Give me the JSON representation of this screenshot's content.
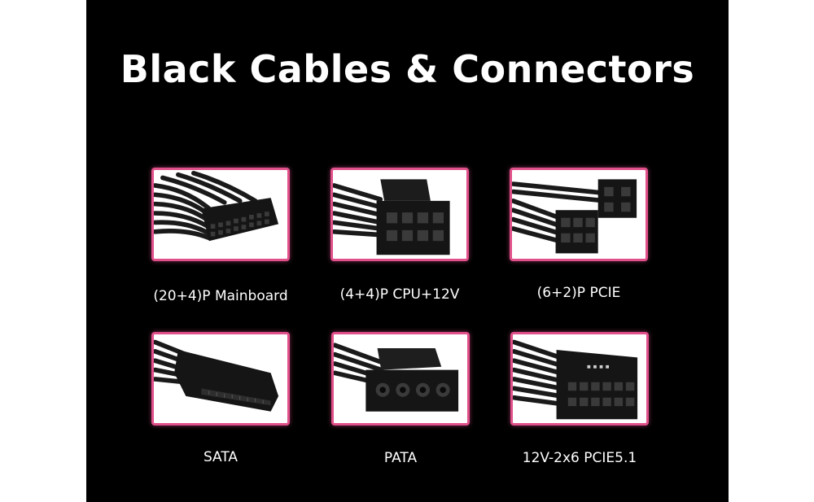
{
  "title": "Black Cables & Connectors",
  "colors": {
    "background": "#000000",
    "card_border": "#e0508a",
    "text": "#ffffff"
  },
  "connectors": [
    {
      "label": "(20+4)P Mainboard",
      "icon": "atx-24pin-connector-icon"
    },
    {
      "label": "(4+4)P CPU+12V",
      "icon": "cpu-8pin-connector-icon"
    },
    {
      "label": "(6+2)P PCIE",
      "icon": "pcie-8pin-connector-icon"
    },
    {
      "label": "SATA",
      "icon": "sata-connector-icon"
    },
    {
      "label": "PATA",
      "icon": "molex-connector-icon"
    },
    {
      "label": "12V-2x6 PCIE5.1",
      "icon": "12v-2x6-connector-icon"
    }
  ]
}
